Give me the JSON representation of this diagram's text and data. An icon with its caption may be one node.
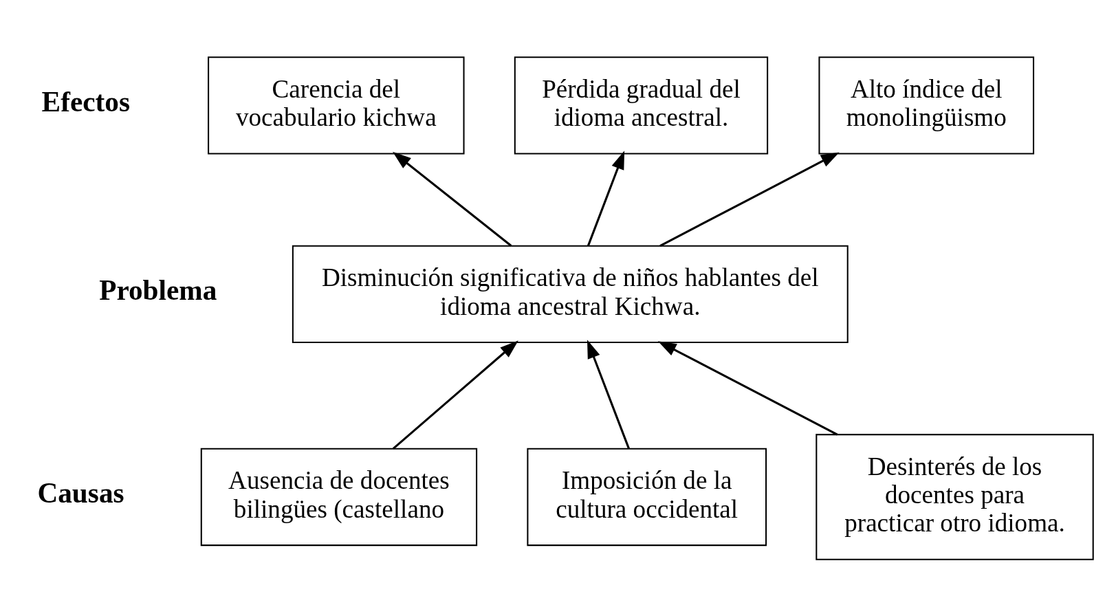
{
  "diagram": {
    "nodes": [
      {
        "text": [
          "Carencia del vocabulario kichwa"
        ]
      },
      {
        "text": [
          "Pérdida gradual del idioma ancestral."
        ]
      },
      {
        "text": [
          "Alto índice del monolingüismo"
        ]
      },
      {
        "text": [
          "Disminución significativa de niños hablantes del idioma ancestral Kichwa."
        ]
      },
      {
        "text": [
          "Ausencia de docentes bilingües (castellano"
        ]
      },
      {
        "text": [
          "Imposición de la cultura occidental"
        ]
      },
      {
        "text": [
          "Desinterés de los docentes para practicar otro idioma."
        ]
      }
    ],
    "edges": [
      {
        "from": 3,
        "to": 0,
        "arrow": "to"
      },
      {
        "from": 3,
        "to": 1,
        "arrow": "to"
      },
      {
        "from": 3,
        "to": 2,
        "arrow": "to"
      },
      {
        "from": 4,
        "to": 3,
        "arrow": "to"
      },
      {
        "from": 5,
        "to": 3,
        "arrow": "to"
      },
      {
        "from": 6,
        "to": 3,
        "arrow": "to"
      }
    ],
    "labels": [
      "Efectos",
      "Problema",
      "Causas"
    ]
  }
}
